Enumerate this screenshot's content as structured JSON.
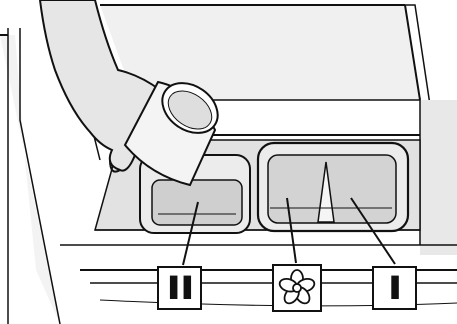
{
  "compartments": [
    {
      "id": "prewash",
      "label": "II"
    },
    {
      "id": "softener",
      "label": "",
      "icon": "flower-icon"
    },
    {
      "id": "main-wash",
      "label": "I"
    }
  ],
  "colors": {
    "outline": "#111111",
    "shade_light": "#efefef",
    "shade_mid": "#d6d6d6",
    "shade_dark": "#bfbfbf",
    "background": "#ffffff"
  }
}
